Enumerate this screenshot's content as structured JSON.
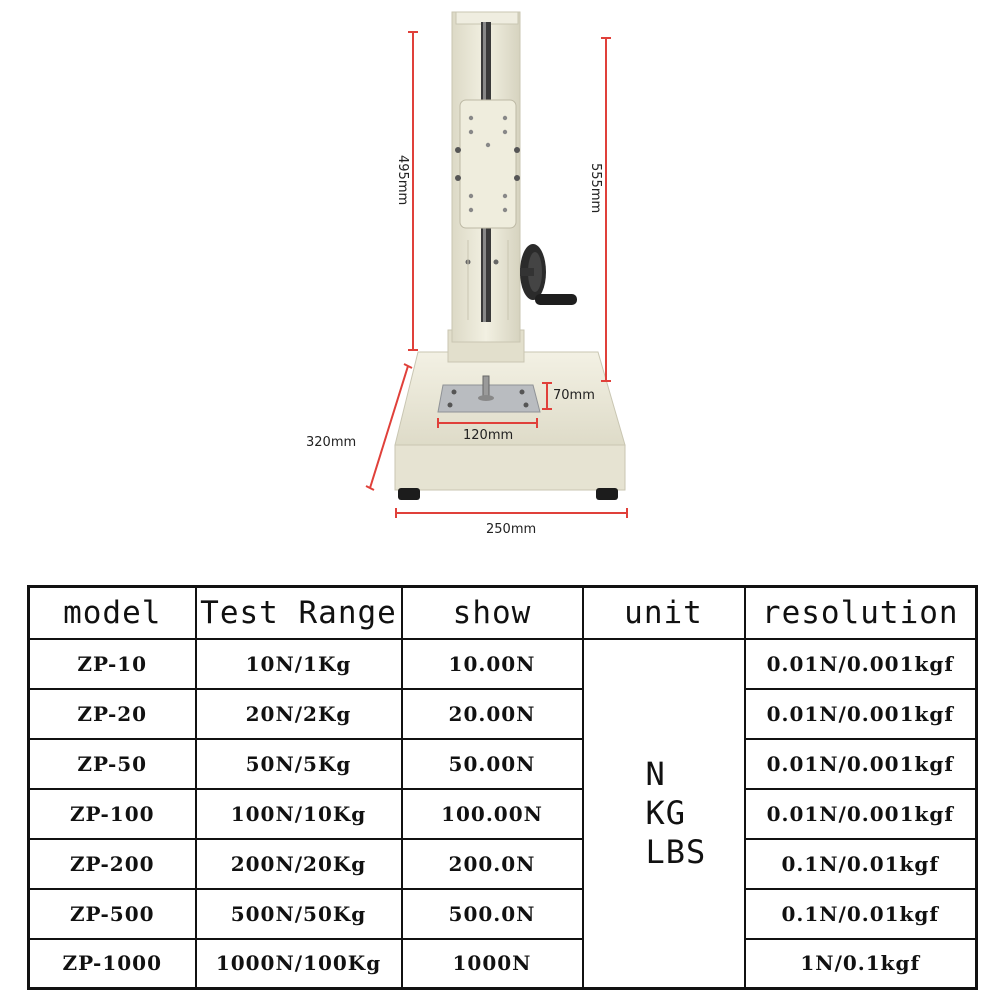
{
  "dimensions": {
    "column_height": "495mm",
    "total_height": "555mm",
    "plate_depth": "70mm",
    "plate_width": "120mm",
    "base_depth": "320mm",
    "base_width": "250mm"
  },
  "table": {
    "headers": [
      "model",
      "Test Range",
      "show",
      "unit",
      "resolution"
    ],
    "rows": [
      {
        "model": "ZP-10",
        "range": "10N/1Kg",
        "show": "10.00N",
        "resolution": "0.01N/0.001kgf"
      },
      {
        "model": "ZP-20",
        "range": "20N/2Kg",
        "show": "20.00N",
        "resolution": "0.01N/0.001kgf"
      },
      {
        "model": "ZP-50",
        "range": "50N/5Kg",
        "show": "50.00N",
        "resolution": "0.01N/0.001kgf"
      },
      {
        "model": "ZP-100",
        "range": "100N/10Kg",
        "show": "100.00N",
        "resolution": "0.01N/0.001kgf"
      },
      {
        "model": "ZP-200",
        "range": "200N/20Kg",
        "show": "200.0N",
        "resolution": "0.1N/0.01kgf"
      },
      {
        "model": "ZP-500",
        "range": "500N/50Kg",
        "show": "500.0N",
        "resolution": "0.1N/0.01kgf"
      },
      {
        "model": "ZP-1000",
        "range": "1000N/100Kg",
        "show": "1000N",
        "resolution": "1N/0.1kgf"
      }
    ],
    "units": [
      "N",
      "KG",
      "LBS"
    ]
  },
  "colors": {
    "machine_body": "#ecead8",
    "dimension_line": "#e0403a",
    "table_border": "#111111"
  }
}
